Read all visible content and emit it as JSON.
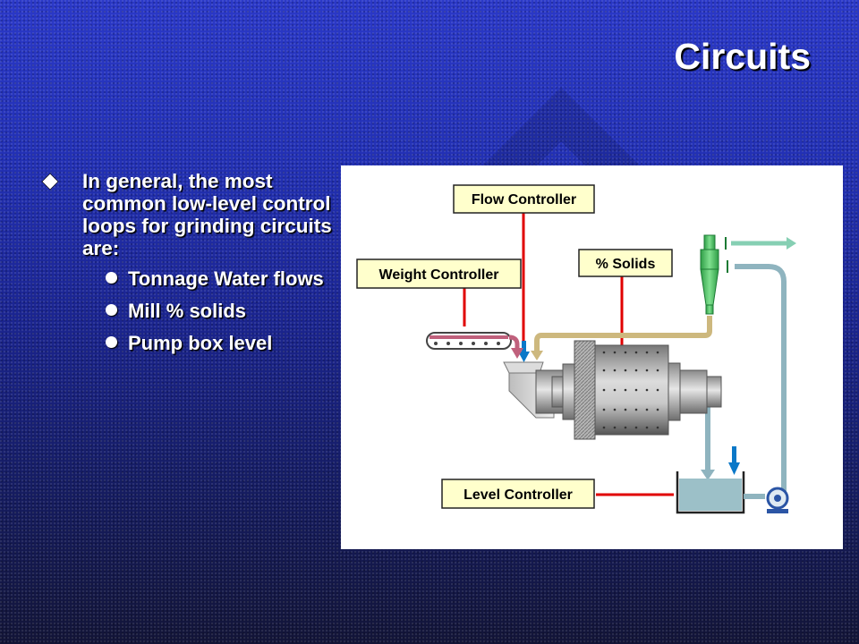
{
  "slide": {
    "title": "Circuits"
  },
  "bullets": {
    "main": "In general, the most common low-level control loops for grinding circuits are:",
    "sub_items": [
      "Tonnage Water flows",
      "Mill % solids",
      "Pump box level"
    ]
  },
  "diagram": {
    "flow_controller": "Flow Controller",
    "weight_controller": "Weight Controller",
    "solids_controller": "% Solids",
    "level_controller": "Level Controller"
  },
  "colors": {
    "background_top": "#2a38c8",
    "background_bottom": "#121437",
    "label_box_fill": "#ffffcc",
    "control_line": "#e00000",
    "water_line": "#0a78c8",
    "slurry_line": "#cdb87e",
    "feed_belt": "#c0607c",
    "return_line": "#8fb4bf",
    "cyclone": "#3fc05a",
    "overflow_line": "#86cfb3"
  }
}
